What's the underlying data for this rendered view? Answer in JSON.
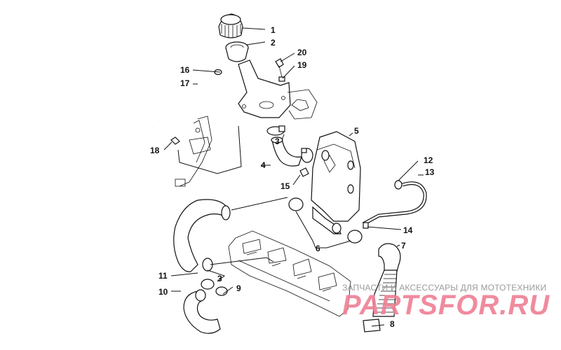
{
  "diagram": {
    "callouts": [
      "1",
      "2",
      "20",
      "16",
      "19",
      "17",
      "5",
      "3",
      "18",
      "12",
      "4",
      "13",
      "15",
      "14",
      "6",
      "7",
      "11",
      "3",
      "10",
      "9",
      "8"
    ]
  },
  "watermark": {
    "tagline": "ЗАПЧАСТИ И АКСЕССУАРЫ ДЛЯ МОТОТЕХНИКИ",
    "logo": "PARTSFOR.RU",
    "color": "#ef7f94"
  }
}
